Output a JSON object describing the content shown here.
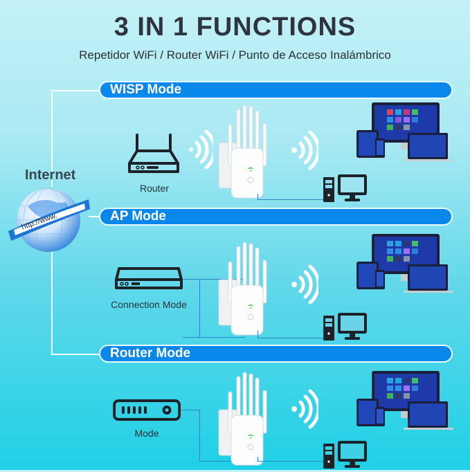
{
  "header": {
    "title": "3 IN 1 FUNCTIONS",
    "subtitle": "Repetidor WiFi / Router WiFi / Punto de Acceso Inalámbrico"
  },
  "internet": {
    "label": "Internet",
    "globe_text": "http://www."
  },
  "modes": [
    {
      "title": "WISP Mode",
      "source_label": "Router",
      "source_icon": "router-icon"
    },
    {
      "title": "AP Mode",
      "source_label": "Connection Mode",
      "source_icon": "modem-icon"
    },
    {
      "title": "Router Mode",
      "source_label": "Mode",
      "source_icon": "switch-icon"
    }
  ],
  "colors": {
    "mode_bar": "#0a87ea",
    "title_text": "#2e3440",
    "background_top": "#c4f1f7",
    "background_bottom": "#1fd0e6"
  }
}
